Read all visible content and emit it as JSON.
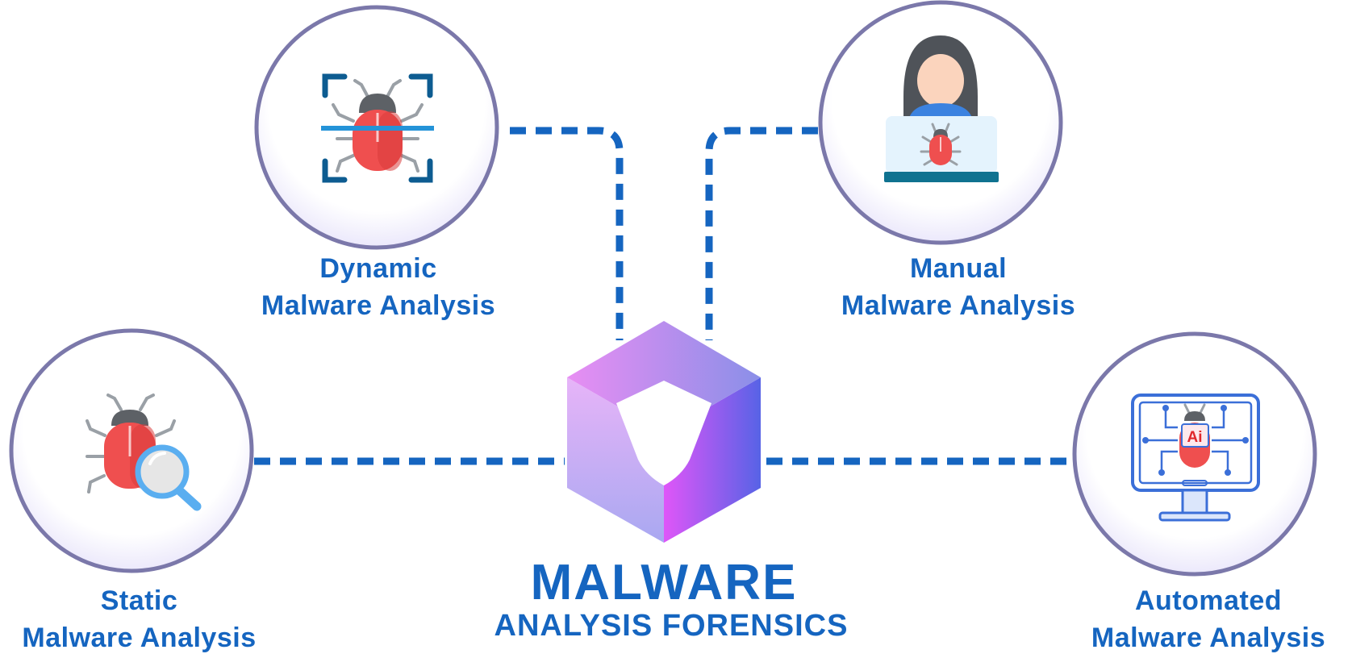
{
  "title": {
    "main": "MALWARE",
    "sub": "ANALYSIS FORENSICS"
  },
  "nodes": [
    {
      "id": "dynamic",
      "line1": "Dynamic",
      "line2": "Malware Analysis",
      "icon": "bug-scan-icon"
    },
    {
      "id": "manual",
      "line1": "Manual",
      "line2": "Malware Analysis",
      "icon": "hacker-laptop-icon"
    },
    {
      "id": "static",
      "line1": "Static",
      "line2": "Malware Analysis",
      "icon": "bug-magnifier-icon"
    },
    {
      "id": "automated",
      "line1": "Automated",
      "line2": "Malware Analysis",
      "icon": "ai-monitor-icon"
    }
  ],
  "center": {
    "icon": "shield-cube-icon"
  },
  "chip_text": "Ai",
  "colors": {
    "text": "#1565c0",
    "connector": "#1565c0",
    "circle_border": "#7b78aa",
    "bug": "#ef4f4f"
  }
}
